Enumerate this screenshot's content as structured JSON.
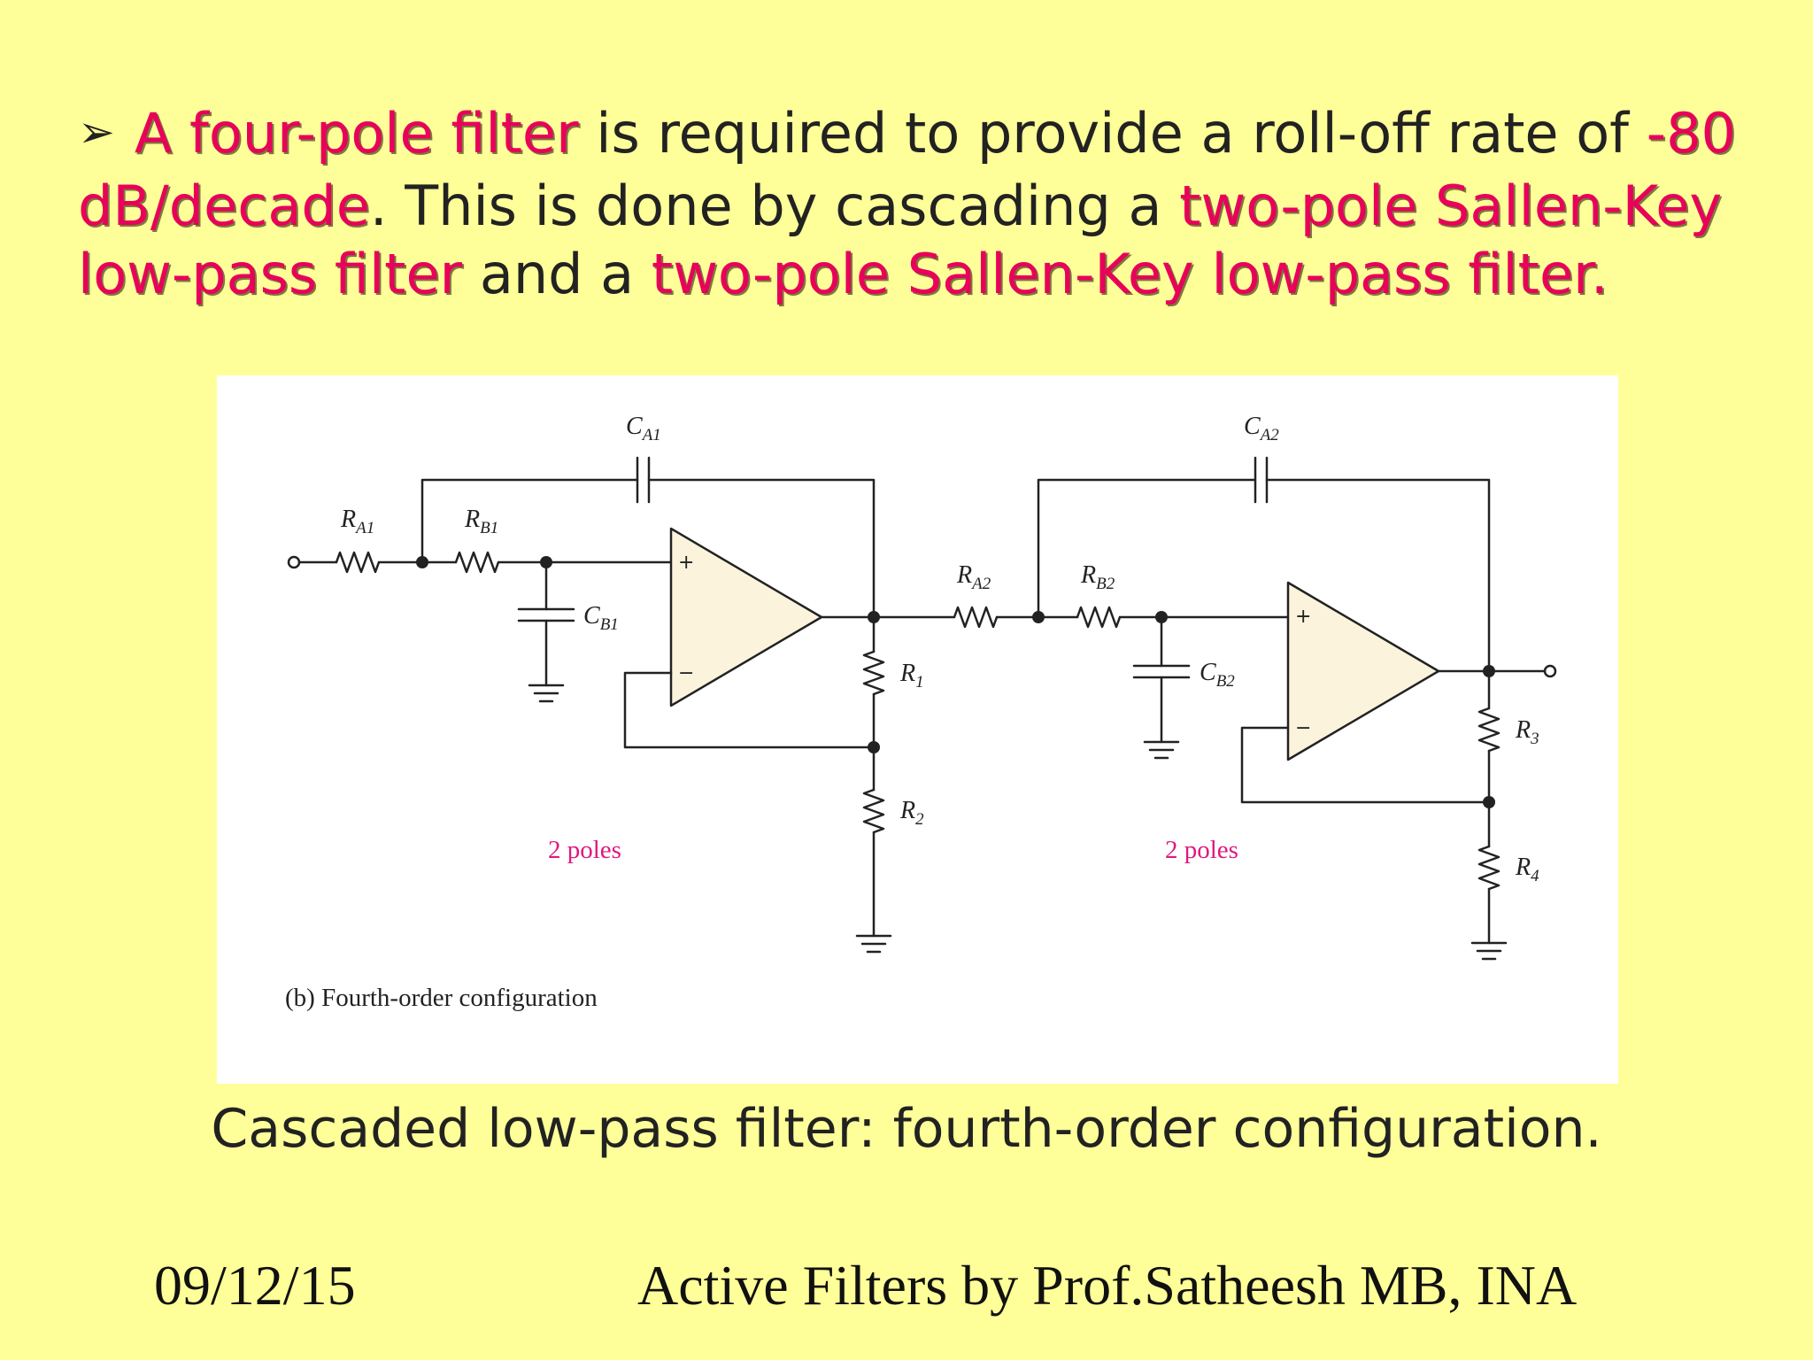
{
  "slide": {
    "bullet_paragraph": {
      "arrow": "➢",
      "p1_hl": "A four-pole filter",
      "p2": " is required to provide a roll-off rate of ",
      "p3_hl": "-80 dB/decade",
      "p4": ". This is done by cascading a ",
      "p5_hl": "two-pole Sallen-Key low-pass filter",
      "p6": " and a ",
      "p7_hl": "two-pole Sallen-Key low-pass filter."
    },
    "figure_caption": "Cascaded low-pass filter: fourth-order configuration.",
    "footer": {
      "date": "09/12/15",
      "title": "Active Filters by Prof.Satheesh MB, INA"
    }
  },
  "circuit": {
    "labels": {
      "ca1": "C",
      "ca1_sub": "A1",
      "ca2": "C",
      "ca2_sub": "A2",
      "ra1": "R",
      "ra1_sub": "A1",
      "rb1": "R",
      "rb1_sub": "B1",
      "cb1": "C",
      "cb1_sub": "B1",
      "ra2": "R",
      "ra2_sub": "A2",
      "rb2": "R",
      "rb2_sub": "B2",
      "cb2": "C",
      "cb2_sub": "B2",
      "r1": "R",
      "r1_sub": "1",
      "r2": "R",
      "r2_sub": "2",
      "r3": "R",
      "r3_sub": "3",
      "r4": "R",
      "r4_sub": "4",
      "plus1": "+",
      "minus1": "−",
      "plus2": "+",
      "minus2": "−"
    },
    "poles_stage1": "2 poles",
    "poles_stage2": "2 poles",
    "config_label": "(b) Fourth-order configuration",
    "colors": {
      "wire": "#222222",
      "opamp_fill": "#fbf3dc",
      "poles_text": "#e0187f"
    }
  }
}
